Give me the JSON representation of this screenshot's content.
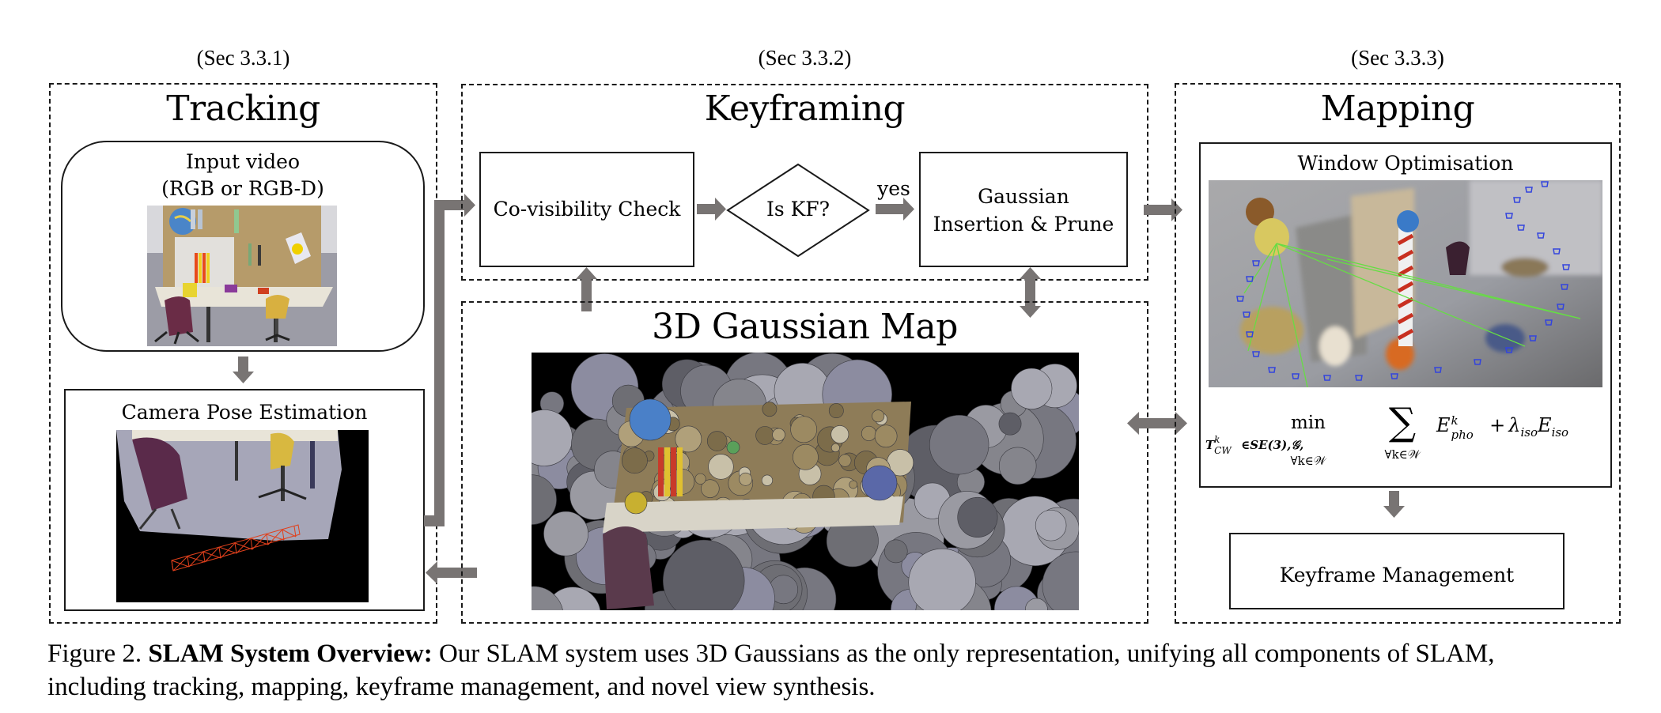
{
  "sections": {
    "tracking": {
      "sec_ref": "(Sec 3.3.1)",
      "title": "Tracking"
    },
    "keyframing": {
      "sec_ref": "(Sec 3.3.2)",
      "title": "Keyframing"
    },
    "mapping": {
      "sec_ref": "(Sec 3.3.3)",
      "title": "Mapping"
    },
    "gaussian_map": {
      "title": "3D Gaussian Map"
    }
  },
  "tracking": {
    "input_video_line1": "Input video",
    "input_video_line2": "(RGB or RGB-D)",
    "camera_pose": "Camera Pose Estimation"
  },
  "keyframing": {
    "covisibility": "Co-visibility Check",
    "decision": "Is KF?",
    "yes_label": "yes",
    "insertion_line1": "Gaussian",
    "insertion_line2": "Insertion & Prune"
  },
  "mapping": {
    "window_opt": "Window Optimisation",
    "formula": {
      "min": "min",
      "min_sub_1": "T",
      "min_sub_1_sup": "k",
      "min_sub_1_sub": "CW",
      "min_sub_2": "∈SE(3),𝒢,",
      "min_sub_3": "∀k∈𝒲",
      "sum": "∑",
      "sum_sub": "∀k∈𝒲",
      "term1": "E",
      "term1_sup": "k",
      "term1_sub": "pho",
      "plus": "+",
      "lambda": "λ",
      "lambda_sub": "iso",
      "term2": "E",
      "term2_sub": "iso"
    },
    "keyframe_mgmt": "Keyframe Management"
  },
  "caption": {
    "prefix": "Figure 2.",
    "bold": "SLAM System Overview:",
    "line1_rest": "Our SLAM system uses 3D Gaussians as the only representation, unifying all components of SLAM,",
    "line2": "including tracking, mapping, keyframe management, and novel view synthesis."
  },
  "colors": {
    "arrow": "#787473",
    "trajectory": "#e0401c",
    "keyframe_cams": "#3344dd",
    "covis_lines": "#66dd44"
  }
}
